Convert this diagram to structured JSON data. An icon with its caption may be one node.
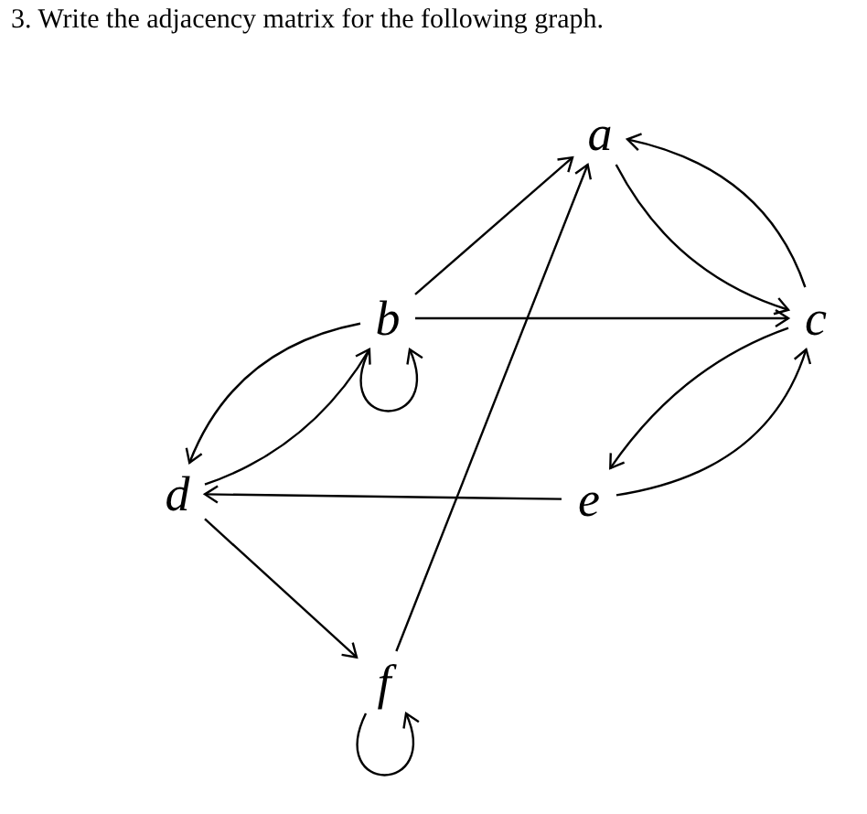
{
  "diagram": {
    "title": "3. Write the adjacency matrix for the following graph.",
    "nodes": [
      {
        "text": [
          "a"
        ]
      },
      {
        "text": [
          "b"
        ]
      },
      {
        "text": [
          "c"
        ]
      },
      {
        "text": [
          "d"
        ]
      },
      {
        "text": [
          "e"
        ]
      },
      {
        "text": [
          "f"
        ]
      }
    ],
    "edges": [
      {
        "from": 1,
        "to": 0,
        "arrow": "to"
      },
      {
        "from": 5,
        "to": 0,
        "arrow": "to"
      },
      {
        "from": 0,
        "to": 2,
        "arrow": "to"
      },
      {
        "from": 2,
        "to": 0,
        "arrow": "to"
      },
      {
        "from": 1,
        "to": 2,
        "arrow": "to"
      },
      {
        "from": 1,
        "to": 3,
        "arrow": "to"
      },
      {
        "from": 3,
        "to": 1,
        "arrow": "to"
      },
      {
        "from": 1,
        "to": 1,
        "arrow": "to"
      },
      {
        "from": 2,
        "to": 4,
        "arrow": "to"
      },
      {
        "from": 4,
        "to": 2,
        "arrow": "to"
      },
      {
        "from": 4,
        "to": 3,
        "arrow": "to"
      },
      {
        "from": 3,
        "to": 5,
        "arrow": "to"
      },
      {
        "from": 5,
        "to": 5,
        "arrow": "to"
      }
    ]
  }
}
